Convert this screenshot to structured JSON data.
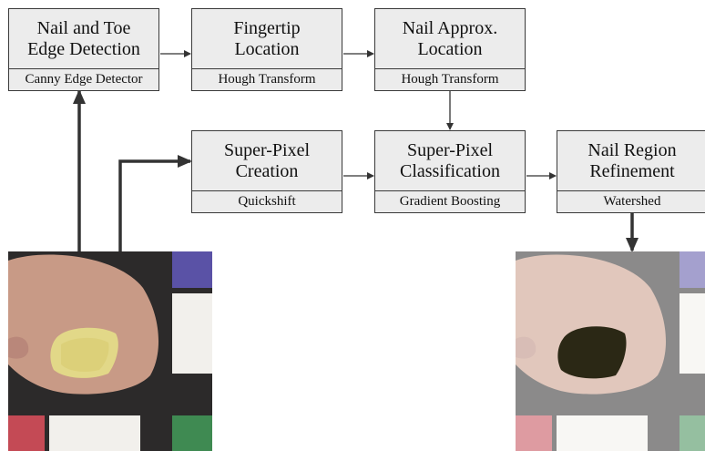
{
  "nodes": [
    {
      "id": "b1",
      "title": [
        "Nail and Toe",
        "Edge Detection"
      ],
      "method": "Canny Edge Detector"
    },
    {
      "id": "b2",
      "title": [
        "Fingertip",
        "Location"
      ],
      "method": "Hough Transform"
    },
    {
      "id": "b3",
      "title": [
        "Nail Approx.",
        "Location"
      ],
      "method": "Hough Transform"
    },
    {
      "id": "b4",
      "title": [
        "Super-Pixel",
        "Creation"
      ],
      "method": "Quickshift"
    },
    {
      "id": "b5",
      "title": [
        "Super-Pixel",
        "Classification"
      ],
      "method": "Gradient Boosting"
    },
    {
      "id": "b6",
      "title": [
        "Nail Region",
        "Refinement"
      ],
      "method": "Watershed"
    }
  ],
  "edges": [
    [
      "b1",
      "b2"
    ],
    [
      "b2",
      "b3"
    ],
    [
      "b3",
      "b5"
    ],
    [
      "b4",
      "b5"
    ],
    [
      "b5",
      "b6"
    ],
    [
      "input-photo",
      "b1"
    ],
    [
      "input-photo",
      "b4"
    ],
    [
      "b6",
      "output-photo"
    ]
  ],
  "colors": {
    "box_fill": "#ececec",
    "box_border": "#3a3a3a",
    "arrow": "#333333",
    "skin": "#c89a86",
    "nail_input": "#e2d888",
    "nail_segmented": "#2b2815",
    "card_black": "#2c2a2a"
  }
}
